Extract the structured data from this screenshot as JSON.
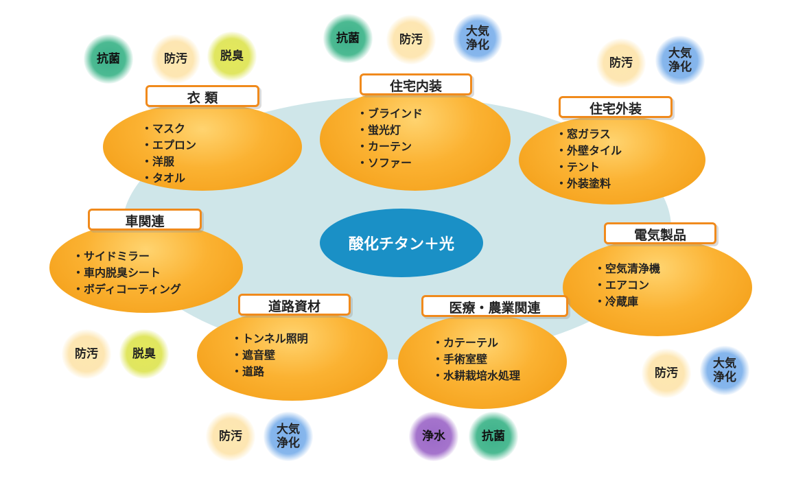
{
  "center_label": "酸化チタン＋光",
  "categories": [
    {
      "title": "衣 類",
      "items": [
        "マスク",
        "エプロン",
        "洋服",
        "タオル"
      ]
    },
    {
      "title": "住宅内装",
      "items": [
        "ブラインド",
        "蛍光灯",
        "カーテン",
        "ソファー"
      ]
    },
    {
      "title": "住宅外装",
      "items": [
        "窓ガラス",
        "外壁タイル",
        "テント",
        "外装塗料"
      ]
    },
    {
      "title": "車関連",
      "items": [
        "サイドミラー",
        "車内脱臭シート",
        "ボディコーティング"
      ]
    },
    {
      "title": "電気製品",
      "items": [
        "空気清浄機",
        "エアコン",
        "冷蔵庫"
      ]
    },
    {
      "title": "道路資材",
      "items": [
        "トンネル照明",
        "遮音壁",
        "道路"
      ]
    },
    {
      "title": "医療・農業関連",
      "items": [
        "カテーテル",
        "手術室壁",
        "水耕栽培水処理"
      ]
    }
  ],
  "effects": {
    "antibacterial": "抗菌",
    "antifouling": "防汚",
    "deodorizing": "脱臭",
    "air_purification": "大気\n浄化",
    "water_purification": "浄水"
  },
  "colors": {
    "center": "#1a90c6",
    "background_blob": "#cfe6e9",
    "node_orange": "#f7a623",
    "label_border": "#f08a1c",
    "antibacterial": "#4cba92",
    "antifouling": "#fde6b2",
    "deodorizing": "#e0e660",
    "air_purification": "#86b6ec",
    "water_purification": "#a574cc"
  }
}
